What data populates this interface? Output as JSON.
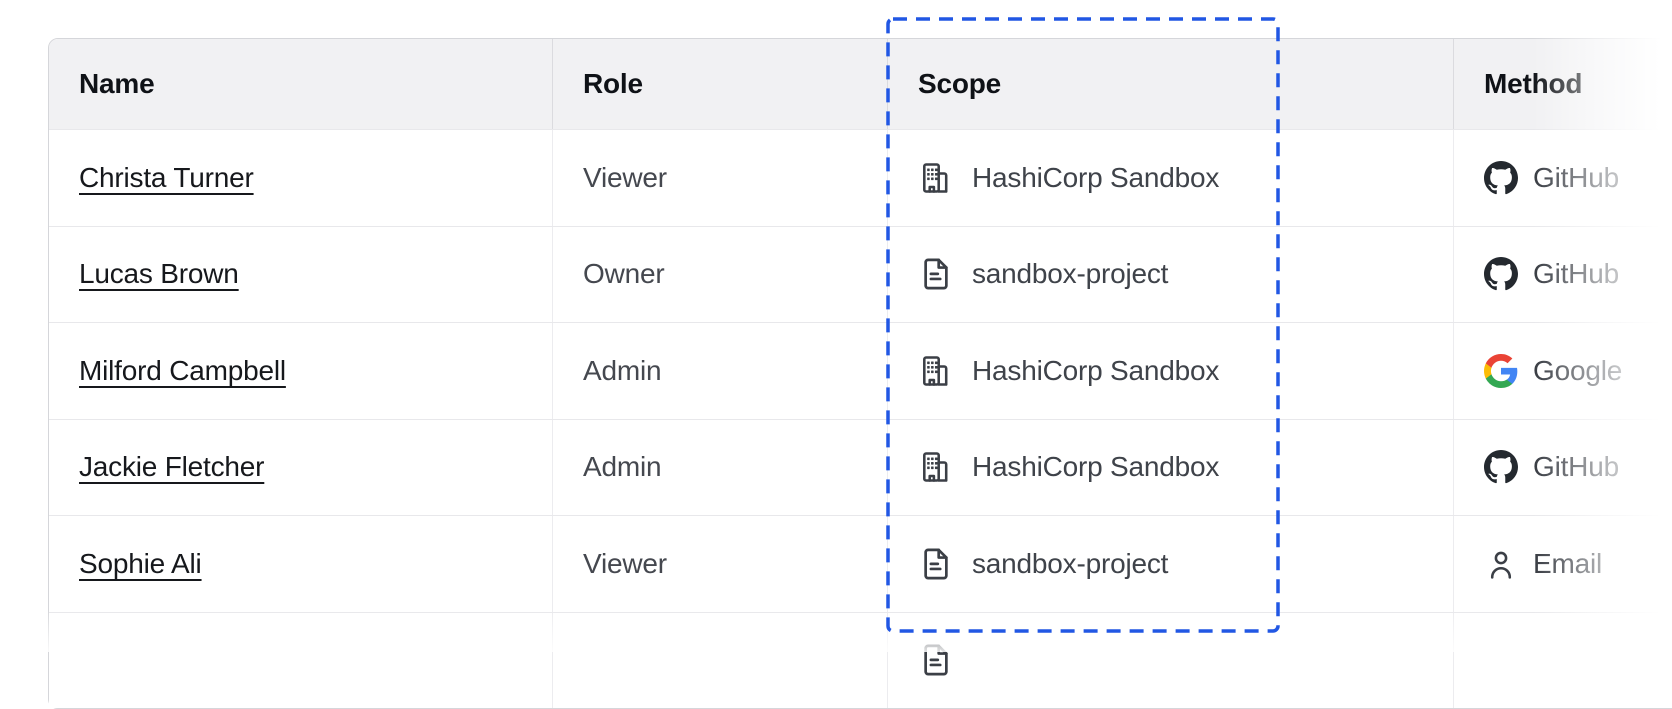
{
  "table": {
    "columns": [
      {
        "label": "Name"
      },
      {
        "label": "Role"
      },
      {
        "label": "Scope"
      },
      {
        "label": "Method"
      }
    ],
    "rows": [
      {
        "name": "Christa Turner",
        "role": "Viewer",
        "scope": "HashiCorp Sandbox",
        "scope_icon": "organization-icon",
        "method": "GitHub",
        "method_icon": "github-icon"
      },
      {
        "name": "Lucas Brown",
        "role": "Owner",
        "scope": "sandbox-project",
        "scope_icon": "file-icon",
        "method": "GitHub",
        "method_icon": "github-icon"
      },
      {
        "name": "Milford Campbell",
        "role": "Admin",
        "scope": "HashiCorp Sandbox",
        "scope_icon": "organization-icon",
        "method": "Google",
        "method_icon": "google-icon"
      },
      {
        "name": "Jackie Fletcher",
        "role": "Admin",
        "scope": "HashiCorp Sandbox",
        "scope_icon": "organization-icon",
        "method": "GitHub",
        "method_icon": "github-icon"
      },
      {
        "name": "Sophie Ali",
        "role": "Viewer",
        "scope": "sandbox-project",
        "scope_icon": "file-icon",
        "method": "Email",
        "method_icon": "user-icon"
      }
    ],
    "partial_row": {
      "scope_icon": "file-icon"
    }
  },
  "annotation": {
    "type": "dashed-focus-rectangle",
    "target_column": "Scope",
    "color": "#2157e4"
  },
  "colors": {
    "header_background": "#f1f1f3",
    "table_border": "#d5d6da",
    "row_divider": "#e8e8eb",
    "icon_gray": "#3b3f46",
    "github_black": "#24292f",
    "google_blue": "#4285F4",
    "google_green": "#34A853",
    "google_yellow": "#FBBC05",
    "google_red": "#EA4335"
  }
}
